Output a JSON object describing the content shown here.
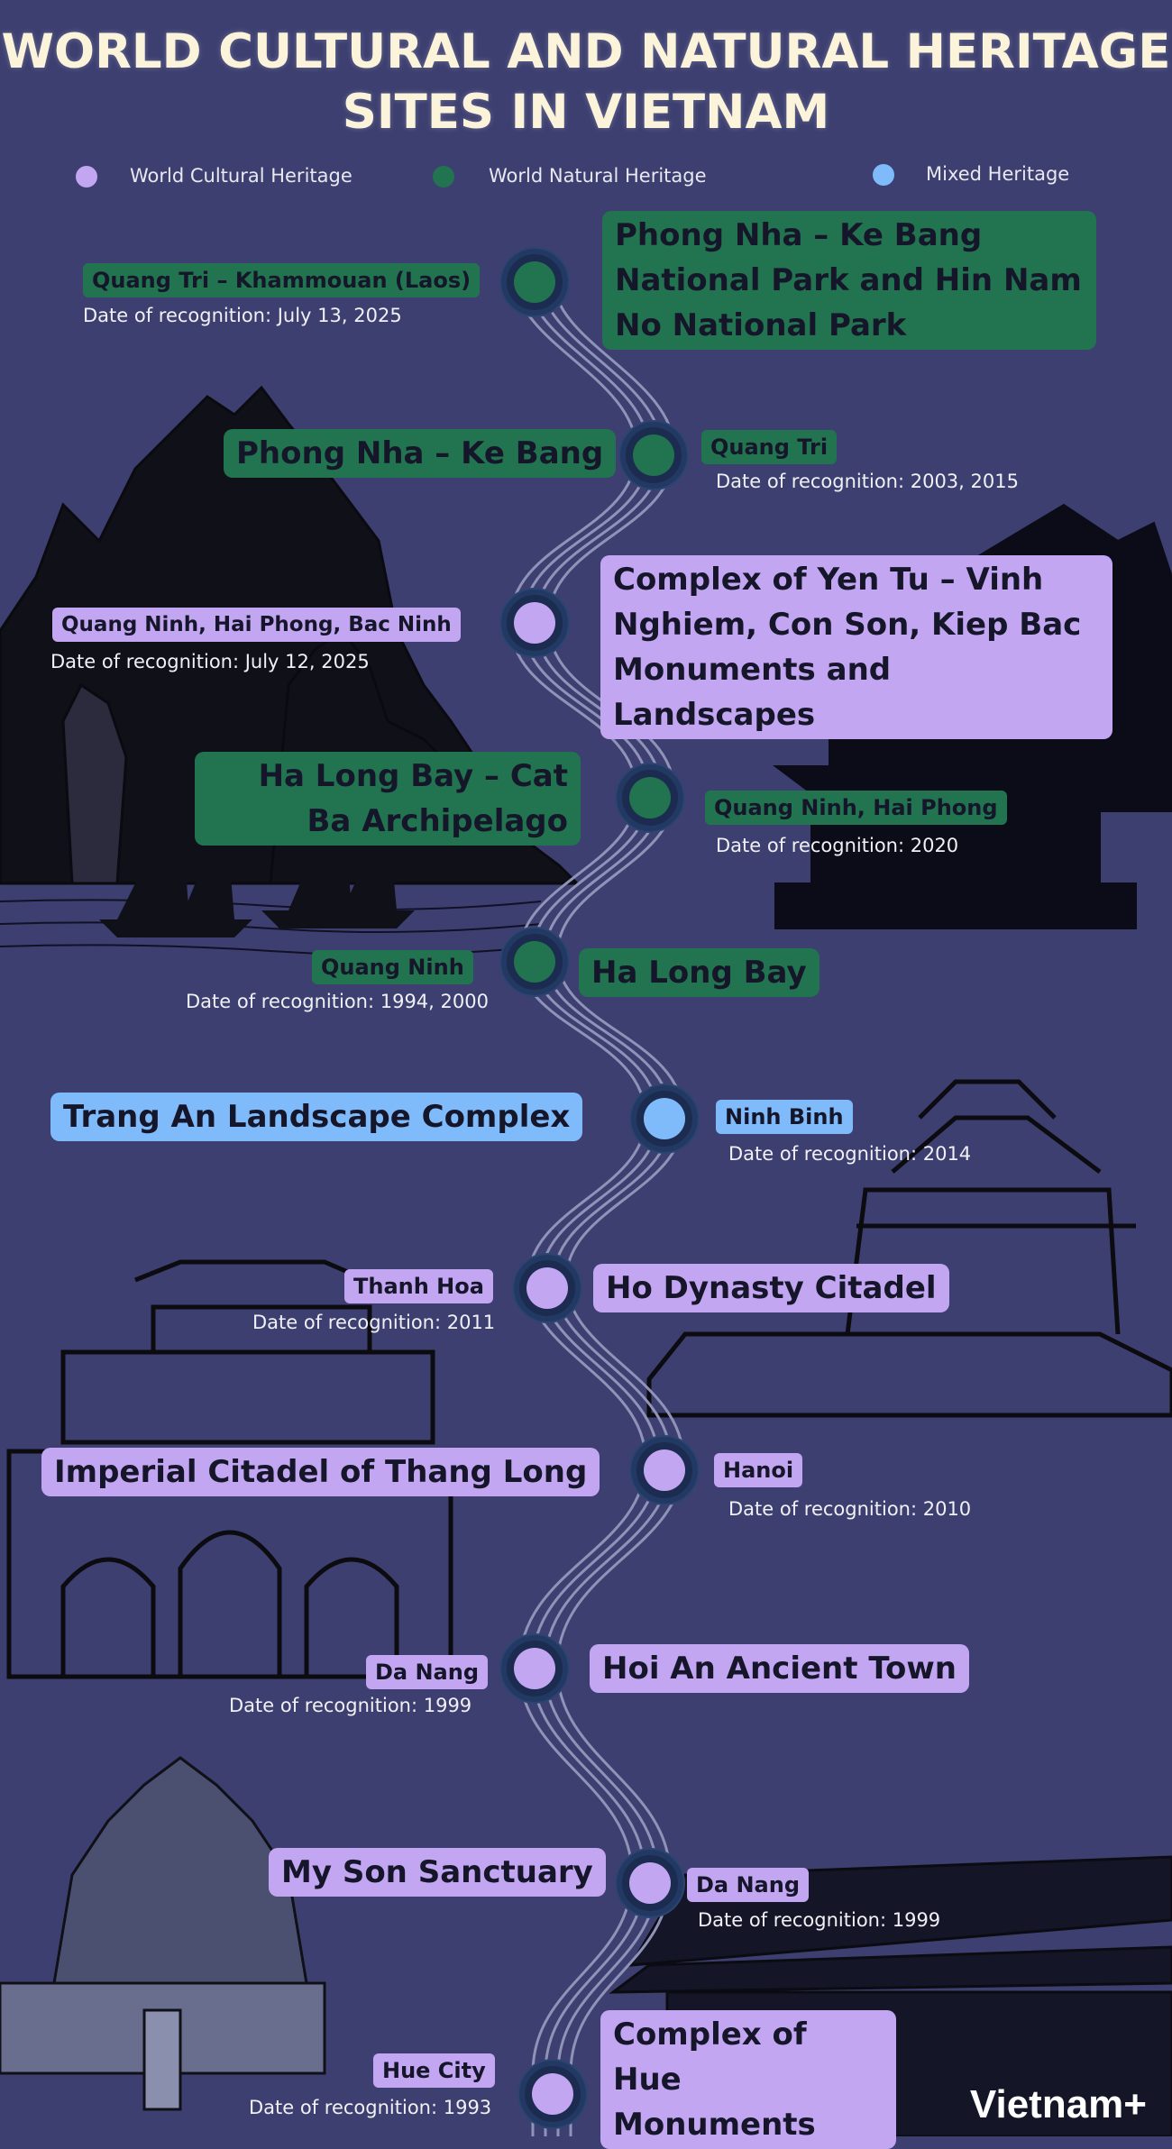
{
  "title": "WORLD CULTURAL AND NATURAL HERITAGE SITES IN VIETNAM",
  "legend": [
    {
      "label": "World Cultural Heritage",
      "color": "#c3a6f2"
    },
    {
      "label": "World Natural Heritage",
      "color": "#21744f"
    },
    {
      "label": "Mixed Heritage",
      "color": "#7fbbfb"
    }
  ],
  "colors": {
    "background": "#3d3f70",
    "cultural": "#c3a6f2",
    "natural": "#21744f",
    "mixed": "#7fbbfb",
    "title": "#fbf3da"
  },
  "sites": [
    {
      "name": "Phong Nha – Ke Bang National Park and Hin Nam No National Park",
      "place": "Quang Tri – Khammouan (Laos)",
      "date": "Date of recognition: July 13, 2025",
      "type": "natural"
    },
    {
      "name": "Phong Nha – Ke Bang",
      "place": "Quang Tri",
      "date": "Date of recognition: 2003, 2015",
      "type": "natural"
    },
    {
      "name": "Complex of Yen Tu – Vinh Nghiem, Con Son, Kiep Bac Monuments and Landscapes",
      "place": "Quang Ninh, Hai Phong, Bac Ninh",
      "date": "Date of recognition: July 12, 2025",
      "type": "cultural"
    },
    {
      "name": "Ha Long Bay – Cat Ba Archipelago",
      "place": "Quang Ninh, Hai Phong",
      "date": "Date of recognition: 2020",
      "type": "natural"
    },
    {
      "name": "Ha Long Bay",
      "place": "Quang Ninh",
      "date": "Date of recognition: 1994, 2000",
      "type": "natural"
    },
    {
      "name": "Trang An Landscape Complex",
      "place": "Ninh Binh",
      "date": "Date of recognition: 2014",
      "type": "mixed"
    },
    {
      "name": "Ho Dynasty Citadel",
      "place": "Thanh Hoa",
      "date": "Date of recognition: 2011",
      "type": "cultural"
    },
    {
      "name": "Imperial Citadel of Thang Long",
      "place": "Hanoi",
      "date": "Date of recognition: 2010",
      "type": "cultural"
    },
    {
      "name": "Hoi An Ancient Town",
      "place": "Da Nang",
      "date": "Date of recognition: 1999",
      "type": "cultural"
    },
    {
      "name": "My Son Sanctuary",
      "place": "Da Nang",
      "date": "Date of recognition: 1999",
      "type": "cultural"
    },
    {
      "name": "Complex of Hue Monuments",
      "place": "Hue City",
      "date": "Date of recognition: 1993",
      "type": "cultural"
    }
  ],
  "logo": "Vietnam+"
}
